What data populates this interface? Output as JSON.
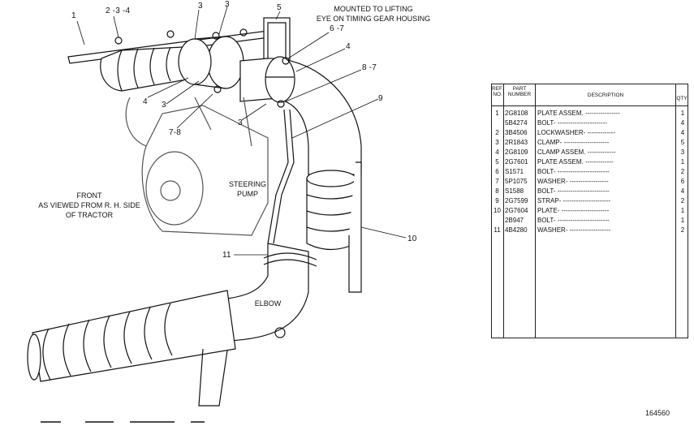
{
  "diagram": {
    "callouts": [
      {
        "id": "c1",
        "text": "1"
      },
      {
        "id": "c234",
        "text": "2 -3 -4"
      },
      {
        "id": "c3a",
        "text": "3"
      },
      {
        "id": "c3b",
        "text": "3"
      },
      {
        "id": "c5",
        "text": "5"
      },
      {
        "id": "c67",
        "text": "6 -7"
      },
      {
        "id": "c4a",
        "text": "4"
      },
      {
        "id": "c87",
        "text": "8 -7"
      },
      {
        "id": "c9",
        "text": "9"
      },
      {
        "id": "c4b",
        "text": "4"
      },
      {
        "id": "c3c",
        "text": "3"
      },
      {
        "id": "c78",
        "text": "7-8"
      },
      {
        "id": "c3d",
        "text": "3"
      },
      {
        "id": "c10",
        "text": "10"
      },
      {
        "id": "c11",
        "text": "11"
      }
    ],
    "mount_note_line1": "MOUNTED TO LIFTING",
    "mount_note_line2": "EYE ON TIMING GEAR HOUSING",
    "view_note_line1": "FRONT",
    "view_note_line2": "AS VIEWED FROM R. H.  SIDE",
    "view_note_line3": "OF TRACTOR",
    "steering_pump_line1": "STEERING",
    "steering_pump_line2": "PUMP",
    "elbow_label": "ELBOW"
  },
  "parts_table": {
    "headers": {
      "ref": "REF. NO.",
      "part": "PART NUMBER",
      "desc": "DESCRIPTION",
      "qty": "QTY"
    },
    "rows": [
      {
        "ref": "1",
        "part": "2G8108",
        "desc": "PLATE ASSEM. ----------------",
        "qty": "1"
      },
      {
        "ref": "",
        "part": "5B4274",
        "desc": "BOLT- -----------------------",
        "qty": "4"
      },
      {
        "ref": "2",
        "part": "3B4506",
        "desc": "LOCKWASHER- -------------",
        "qty": "4"
      },
      {
        "ref": "3",
        "part": "2R1843",
        "desc": "CLAMP- ---------------------",
        "qty": "5"
      },
      {
        "ref": "4",
        "part": "2G8109",
        "desc": "CLAMP ASSEM. -------------",
        "qty": "3"
      },
      {
        "ref": "5",
        "part": "2G7601",
        "desc": "PLATE ASSEM. -------------",
        "qty": "1"
      },
      {
        "ref": "6",
        "part": "S1571",
        "desc": "BOLT- ------------------------",
        "qty": "2"
      },
      {
        "ref": "7",
        "part": "5P1075",
        "desc": "WASHER- ------------------",
        "qty": "6"
      },
      {
        "ref": "8",
        "part": "S1588",
        "desc": "BOLT- ------------------------",
        "qty": "4"
      },
      {
        "ref": "9",
        "part": "2G7599",
        "desc": "STRAP- ----------------------",
        "qty": "2"
      },
      {
        "ref": "10",
        "part": "2G7604",
        "desc": "PLATE- ----------------------",
        "qty": "1"
      },
      {
        "ref": "",
        "part": "2B947",
        "desc": "BOLT- ------------------------",
        "qty": "1"
      },
      {
        "ref": "11",
        "part": "4B4280",
        "desc": "WASHER- -------------------",
        "qty": "2"
      }
    ],
    "ref_pairs": [
      {
        "id": "r2",
        "text": "2"
      },
      {
        "id": "r11",
        "text": "11"
      }
    ]
  },
  "drawing_number": "164560",
  "colors": {
    "ink": "#111111",
    "paper": "#ffffff",
    "shade": "#777777"
  }
}
